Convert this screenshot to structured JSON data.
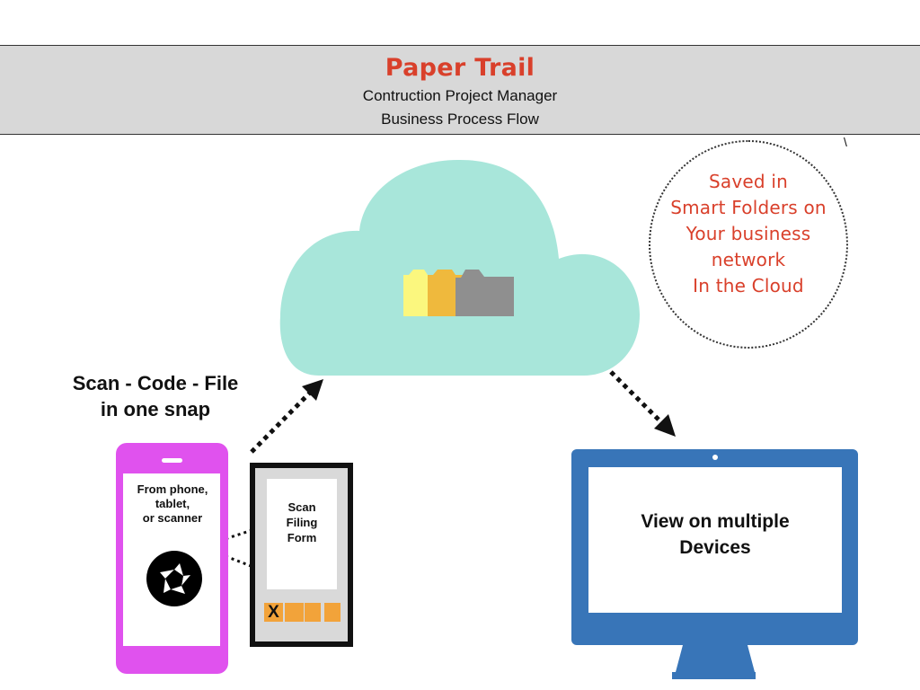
{
  "header": {
    "title": "Paper Trail",
    "subtitle_line1": "Contruction Project Manager",
    "subtitle_line2": "Business Process Flow"
  },
  "scan_caption": {
    "line1": "Scan - Code - File",
    "line2": "in one snap"
  },
  "cloud_note": {
    "lines": [
      "Saved in",
      "Smart Folders on",
      "Your business",
      "network",
      "In the Cloud"
    ]
  },
  "phone": {
    "label_lines": [
      "From phone,",
      "tablet,",
      "or scanner"
    ]
  },
  "filing_form": {
    "label_lines": [
      "Scan",
      "Filing",
      "Form"
    ],
    "checkbox_mark": "X"
  },
  "monitor": {
    "label_lines": [
      "View on multiple",
      "Devices"
    ]
  },
  "stray_mark": "\\",
  "colors": {
    "title": "#d9402b",
    "note_text": "#d9402b",
    "header_bg": "#d8d8d8",
    "cloud": "#a8e6da",
    "phone": "#e052ee",
    "form_bg": "#d9d9d9",
    "form_box": "#f2a33a",
    "monitor": "#3875b8",
    "folder_front": "#8f8f8f",
    "folder_mid": "#efb93d",
    "folder_back": "#fbf77e"
  }
}
